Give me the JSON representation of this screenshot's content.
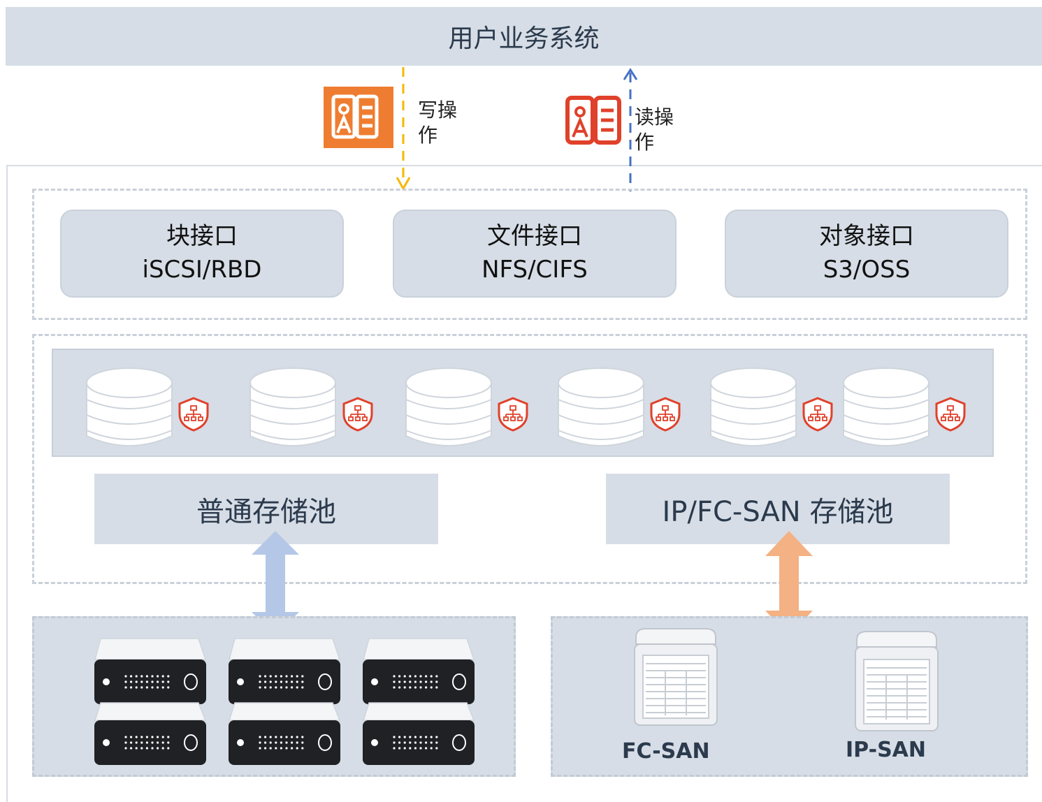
{
  "top_bar": {
    "title": "用户业务系统"
  },
  "operations": {
    "write": {
      "label": "写操作",
      "color": "#f5b800"
    },
    "read": {
      "label": "读操作",
      "color": "#4472c4"
    }
  },
  "interfaces": [
    {
      "name": "块接口",
      "protocol": "iSCSI/RBD"
    },
    {
      "name": "文件接口",
      "protocol": "NFS/CIFS"
    },
    {
      "name": "对象接口",
      "protocol": "S3/OSS"
    }
  ],
  "pools": {
    "normal": "普通存储池",
    "san": "IP/FC-SAN 存储池"
  },
  "san_devices": {
    "fc": "FC-SAN",
    "ip": "IP-SAN"
  },
  "colors": {
    "panel": "#d6dde6",
    "accent_orange": "#ef7d31",
    "icon_red": "#e0412b",
    "arrow_blue": "#b4c7e7",
    "arrow_orange": "#f4b183"
  }
}
